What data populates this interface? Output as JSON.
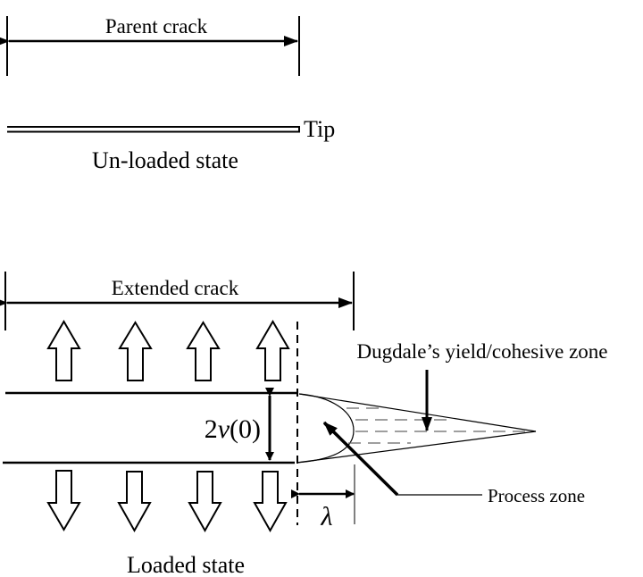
{
  "diagram": {
    "title": "Crack extension with Dugdale cohesive zone and process zone",
    "unloaded": {
      "dimension_label": "Parent crack",
      "tip_label": "Tip",
      "state_label": "Un-loaded state"
    },
    "loaded": {
      "dimension_label": "Extended crack",
      "opening_label": "2v(0)",
      "opening_label_parts": {
        "coef": "2",
        "var": "v",
        "arg": "(0)"
      },
      "lambda_label": "λ",
      "dugdale_label": "Dugdale’s yield/cohesive zone",
      "process_label": "Process zone",
      "state_label": "Loaded state",
      "load_arrows_up": 4,
      "load_arrows_down": 4
    }
  }
}
